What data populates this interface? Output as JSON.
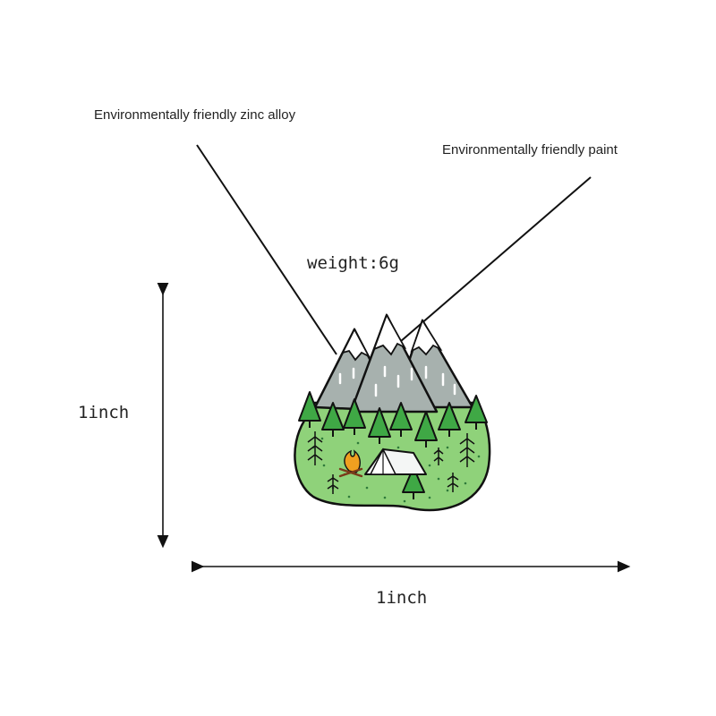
{
  "callouts": {
    "material": "Environmentally friendly zinc alloy",
    "paint": "Environmentally friendly paint"
  },
  "specs": {
    "weight": "weight:6g",
    "height": "1inch",
    "width": "1inch"
  },
  "colors": {
    "background": "#ffffff",
    "line": "#111111",
    "mountain": "#a7b1ae",
    "snow": "#ffffff",
    "grass": "#8fd27a",
    "tree": "#3fa845",
    "tent": "#f4f6f5",
    "fire": "#f0a020"
  },
  "icons": [
    "mountain-pin",
    "tree-icon",
    "tent-icon",
    "campfire-icon"
  ]
}
